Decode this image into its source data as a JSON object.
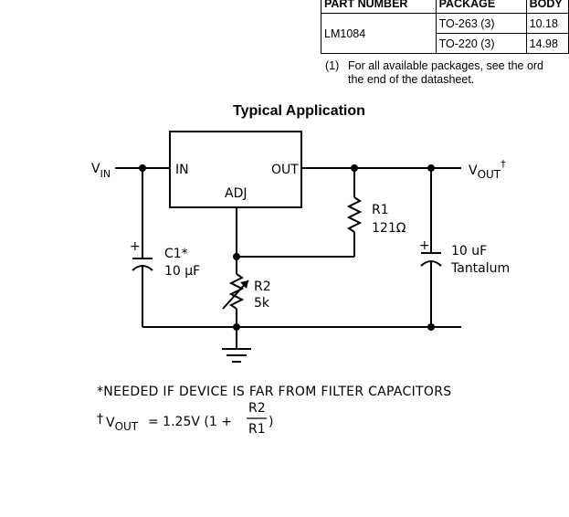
{
  "table": {
    "headers": [
      "PART NUMBER",
      "PACKAGE",
      "BODY"
    ],
    "part_number": "LM1084",
    "rows": [
      {
        "package": "TO-263 (3)",
        "body": "10.18"
      },
      {
        "package": "TO-220 (3)",
        "body": "14.98"
      }
    ]
  },
  "footnote": {
    "mark": "(1)",
    "line1": "For all available packages, see the ord",
    "line2": "the end of the datasheet."
  },
  "section_title": "Typical Application",
  "schematic": {
    "vin_main": "V",
    "vin_sub": "IN",
    "vout_main": "V",
    "vout_sub": "OUT",
    "vout_sup": "†",
    "pin_in": "IN",
    "pin_out": "OUT",
    "pin_adj": "ADJ",
    "r1_name": "R1",
    "r1_value": "121Ω",
    "r2_name": "R2",
    "r2_value": "5k",
    "c1_name": "C1*",
    "c1_value": "10 µF",
    "cout_value": "10 uF",
    "cout_type": "Tantalum",
    "plus_sign": "+"
  },
  "notes": {
    "asterisk_note": "*NEEDED IF DEVICE IS FAR FROM FILTER CAPACITORS",
    "formula_dagger": "†",
    "formula_v": "V",
    "formula_sub": "OUT",
    "formula_lhs": "= 1.25V (1 +",
    "formula_num": "R2",
    "formula_den": "R1",
    "formula_close": ")"
  }
}
